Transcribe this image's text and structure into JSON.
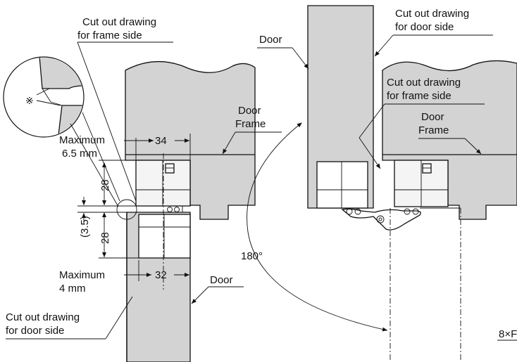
{
  "left": {
    "cutout_frame": [
      "Cut out drawing",
      "for frame side"
    ],
    "symbol": "※",
    "max_top": [
      "Maximum",
      "6.5 mm"
    ],
    "dim_34": "34",
    "dim_28_top": "28",
    "dim_3_5": "(3.5)",
    "dim_28_bottom": "28",
    "max_bottom": [
      "Maximum",
      "4 mm"
    ],
    "dim_32": "32",
    "door_frame": [
      "Door",
      "Frame"
    ],
    "door": "Door",
    "cutout_door": [
      "Cut out drawing",
      "for door side"
    ]
  },
  "right": {
    "door": "Door",
    "cutout_door": [
      "Cut out drawing",
      "for door side"
    ],
    "cutout_frame": [
      "Cut out drawing",
      "for frame side"
    ],
    "door_frame": [
      "Door",
      "Frame"
    ],
    "angle": "180°",
    "partial": "8×F"
  }
}
